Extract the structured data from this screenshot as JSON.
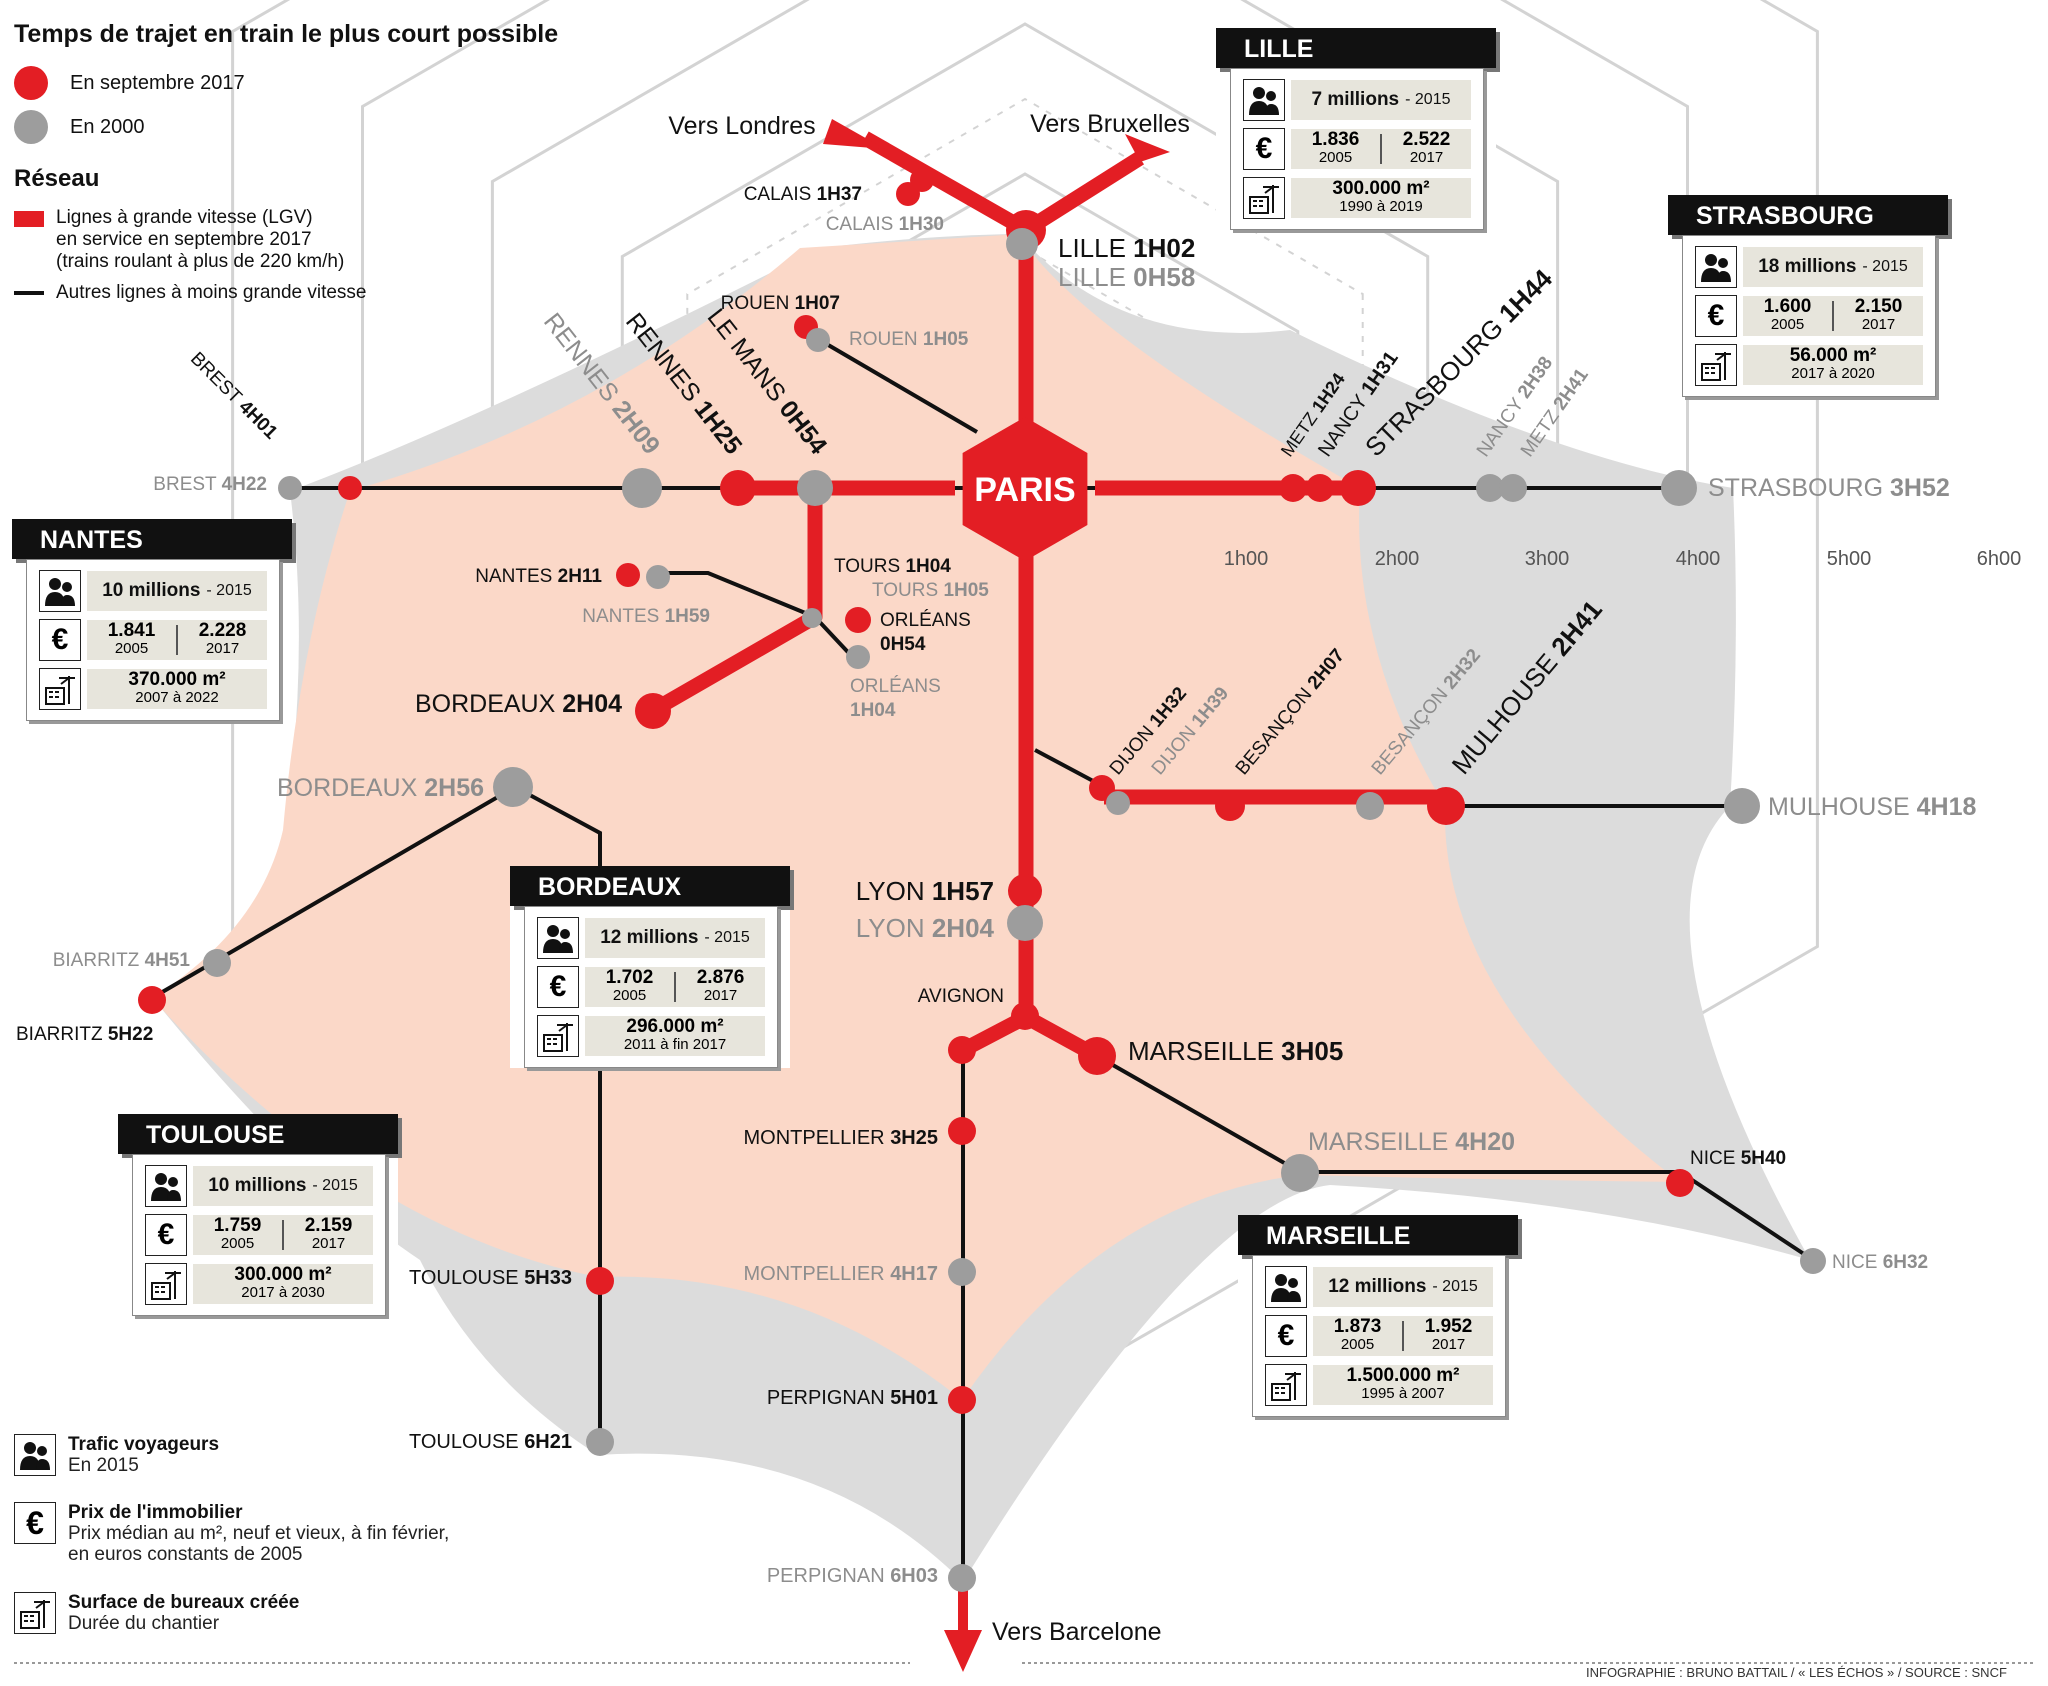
{
  "legend": {
    "title": "Temps de trajet en train le plus court possible",
    "sept_2017": "En septembre 2017",
    "y2000": "En 2000",
    "reseau_title": "Réseau",
    "lgv_lines": [
      "Lignes à grande vitesse (LGV)",
      "en service en septembre 2017",
      "(trains roulant à plus de 220 km/h)"
    ],
    "other_lines": "Autres lignes à moins grande vitesse",
    "colors": {
      "sept_2017": "#e31e24",
      "y2000": "#9d9d9d",
      "zone_2017": "#fbd8c8",
      "zone_2000": "#dcdcdc"
    }
  },
  "hub": {
    "label": "PARIS"
  },
  "ring_labels": [
    "1h00",
    "2h00",
    "3h00",
    "4h00",
    "5h00",
    "6h00"
  ],
  "directions": {
    "london": "Vers Londres",
    "brussels": "Vers Bruxelles",
    "barcelona": "Vers Barcelone"
  },
  "stations_2017": [
    {
      "name": "CALAIS",
      "time": "1H37"
    },
    {
      "name": "LILLE",
      "time": "1H02"
    },
    {
      "name": "ROUEN",
      "time": "1H07"
    },
    {
      "name": "BREST",
      "time": "4H01"
    },
    {
      "name": "RENNES",
      "time": "1H25"
    },
    {
      "name": "LE MANS",
      "time": "0H54"
    },
    {
      "name": "NANTES",
      "time": "2H11"
    },
    {
      "name": "TOURS",
      "time": "1H04"
    },
    {
      "name": "ORLÉANS",
      "time": "0H54"
    },
    {
      "name": "BORDEAUX",
      "time": "2H04"
    },
    {
      "name": "METZ",
      "time": "1H24"
    },
    {
      "name": "NANCY",
      "time": "1H31"
    },
    {
      "name": "STRASBOURG",
      "time": "1H44"
    },
    {
      "name": "DIJON",
      "time": "1H32"
    },
    {
      "name": "BESANÇON",
      "time": "2H07"
    },
    {
      "name": "MULHOUSE",
      "time": "2H41"
    },
    {
      "name": "LYON",
      "time": "1H57"
    },
    {
      "name": "AVIGNON",
      "time": ""
    },
    {
      "name": "MARSEILLE",
      "time": "3H05"
    },
    {
      "name": "MONTPELLIER",
      "time": "3H25"
    },
    {
      "name": "NICE",
      "time": "5H40"
    },
    {
      "name": "TOULOUSE",
      "time": "5H33"
    },
    {
      "name": "PERPIGNAN",
      "time": "5H01"
    },
    {
      "name": "BIARRITZ",
      "time": "5H22"
    }
  ],
  "stations_2000": [
    {
      "name": "CALAIS",
      "time": "1H30"
    },
    {
      "name": "LILLE",
      "time": "0H58"
    },
    {
      "name": "ROUEN",
      "time": "1H05"
    },
    {
      "name": "BREST",
      "time": "4H22"
    },
    {
      "name": "RENNES",
      "time": "2H09"
    },
    {
      "name": "NANTES",
      "time": "1H59"
    },
    {
      "name": "TOURS",
      "time": "1H05"
    },
    {
      "name": "ORLÉANS",
      "time": "1H04"
    },
    {
      "name": "BORDEAUX",
      "time": "2H56"
    },
    {
      "name": "NANCY",
      "time": "2H38"
    },
    {
      "name": "METZ",
      "time": "2H41"
    },
    {
      "name": "STRASBOURG",
      "time": "3H52"
    },
    {
      "name": "DIJON",
      "time": "1H39"
    },
    {
      "name": "BESANÇON",
      "time": "2H32"
    },
    {
      "name": "MULHOUSE",
      "time": "4H18"
    },
    {
      "name": "LYON",
      "time": "2H04"
    },
    {
      "name": "MARSEILLE",
      "time": "4H20"
    },
    {
      "name": "MONTPELLIER",
      "time": "4H17"
    },
    {
      "name": "NICE",
      "time": "6H32"
    },
    {
      "name": "TOULOUSE",
      "time": "6H21"
    },
    {
      "name": "PERPIGNAN",
      "time": "6H03"
    },
    {
      "name": "BIARRITZ",
      "time": "4H51"
    }
  ],
  "city_boxes": {
    "lille": {
      "title": "LILLE",
      "traffic": "7 millions",
      "traffic_year": "- 2015",
      "price_2005": "1.836",
      "year_2005": "2005",
      "price_2017": "2.522",
      "year_2017": "2017",
      "surface": "300.000 m²",
      "period": "1990 à 2019"
    },
    "strasbourg": {
      "title": "STRASBOURG",
      "traffic": "18 millions",
      "traffic_year": "- 2015",
      "price_2005": "1.600",
      "year_2005": "2005",
      "price_2017": "2.150",
      "year_2017": "2017",
      "surface": "56.000 m²",
      "period": "2017 à 2020"
    },
    "nantes": {
      "title": "NANTES",
      "traffic": "10 millions",
      "traffic_year": "- 2015",
      "price_2005": "1.841",
      "year_2005": "2005",
      "price_2017": "2.228",
      "year_2017": "2017",
      "surface": "370.000 m²",
      "period": "2007 à 2022"
    },
    "bordeaux": {
      "title": "BORDEAUX",
      "traffic": "12 millions",
      "traffic_year": "- 2015",
      "price_2005": "1.702",
      "year_2005": "2005",
      "price_2017": "2.876",
      "year_2017": "2017",
      "surface": "296.000 m²",
      "period": "2011 à fin 2017"
    },
    "toulouse": {
      "title": "TOULOUSE",
      "traffic": "10 millions",
      "traffic_year": "- 2015",
      "price_2005": "1.759",
      "year_2005": "2005",
      "price_2017": "2.159",
      "year_2017": "2017",
      "surface": "300.000 m²",
      "period": "2017 à 2030"
    },
    "marseille": {
      "title": "MARSEILLE",
      "traffic": "12 millions",
      "traffic_year": "- 2015",
      "price_2005": "1.873",
      "year_2005": "2005",
      "price_2017": "1.952",
      "year_2017": "2017",
      "surface": "1.500.000 m²",
      "period": "1995 à 2007"
    }
  },
  "bottom_legend": {
    "traffic_title": "Trafic voyageurs",
    "traffic_sub": "En 2015",
    "price_title": "Prix de l'immobilier",
    "price_sub1": "Prix médian au m², neuf et vieux, à fin février,",
    "price_sub2": "en euros constants de 2005",
    "surface_title": "Surface de bureaux créée",
    "surface_sub": "Durée du chantier"
  },
  "credit": "INFOGRAPHIE : BRUNO BATTAIL / « LES ÉCHOS » / SOURCE : SNCF"
}
